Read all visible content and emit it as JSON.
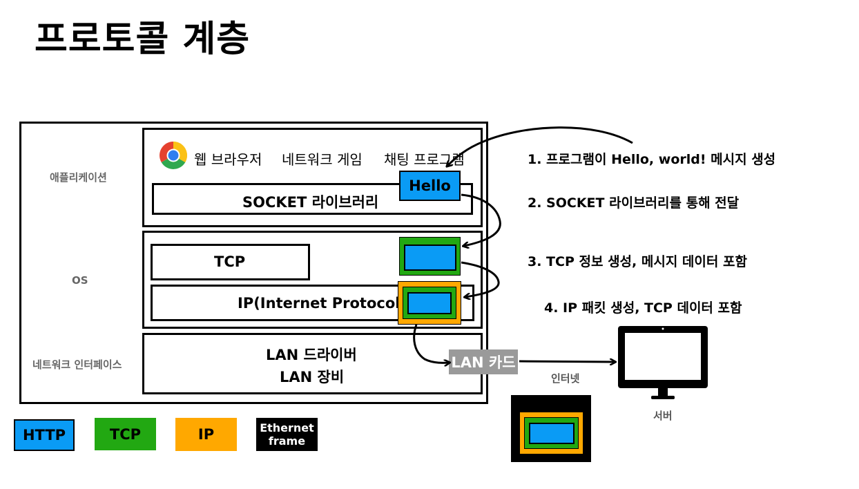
{
  "title": "프로토콜 계층",
  "layers": {
    "application": "애플리케이션",
    "os": "OS",
    "network_interface": "네트워크 인터페이스"
  },
  "apps": {
    "browser": "웹 브라우저",
    "game": "네트워크 게임",
    "chat": "채팅 프로그램"
  },
  "components": {
    "socket": "SOCKET 라이브러리",
    "hello": "Hello",
    "tcp": "TCP",
    "ip": "IP(Internet Protocol)",
    "lan_driver": "LAN 드라이버",
    "lan_device": "LAN 장비",
    "lan_card": "LAN 카드",
    "internet": "인터넷",
    "server": "서버"
  },
  "steps": [
    "1. 프로그램이 Hello, world! 메시지 생성",
    "2. SOCKET 라이브러리를 통해 전달",
    "3. TCP 정보 생성, 메시지 데이터 포함",
    "4. IP 패킷 생성, TCP 데이터 포함"
  ],
  "legend": {
    "http": "HTTP",
    "tcp": "TCP",
    "ip": "IP",
    "ethernet_line1": "Ethernet",
    "ethernet_line2": "frame"
  },
  "colors": {
    "http": "#0a9bf5",
    "tcp": "#22a812",
    "ip": "#ffa800",
    "ethernet": "#000000",
    "lan_card": "#9a9a9a"
  }
}
